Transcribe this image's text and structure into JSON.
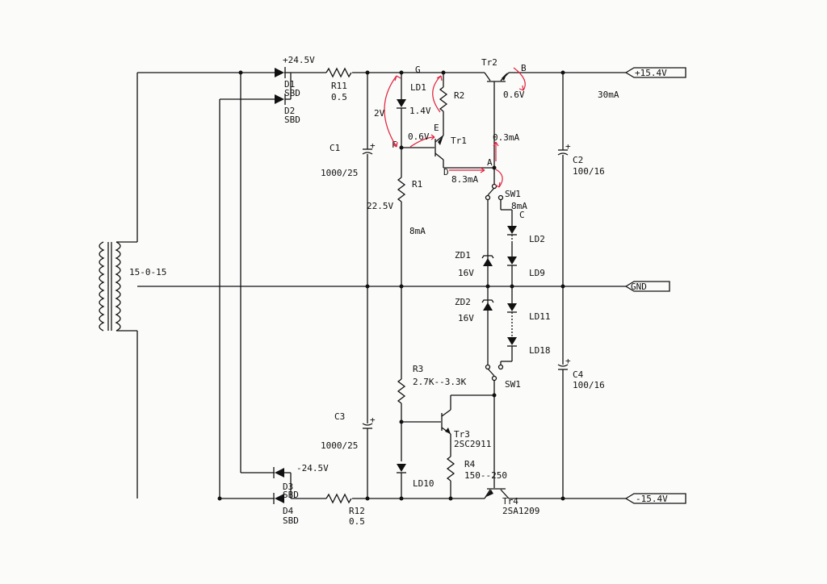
{
  "transformer": {
    "label": "15-0-15"
  },
  "rails": {
    "pos_in": "+24.5V",
    "neg_in": "-24.5V",
    "pos_out": "+15.4V",
    "neg_out": "-15.4V",
    "gnd": "GND",
    "current": "30mA"
  },
  "diodes": {
    "d1": "D1",
    "d1_type": "SBD",
    "d2": "D2",
    "d2_type": "SBD",
    "d3": "D3",
    "d3_type": "SBD",
    "d4": "D4",
    "d4_type": "SBD"
  },
  "resistors": {
    "r11": "R11",
    "r11_val": "0.5",
    "r12": "R12",
    "r12_val": "0.5",
    "r1": "R1",
    "r2": "R2",
    "r3": "R3",
    "r3_val": "2.7K--3.3K",
    "r4": "R4",
    "r4_val": "150--250"
  },
  "capacitors": {
    "c1": "C1",
    "c1_val": "1000/25",
    "c2": "C2",
    "c2_val": "100/16",
    "c3": "C3",
    "c3_val": "1000/25",
    "c4": "C4",
    "c4_val": "100/16"
  },
  "transistors": {
    "tr1": "Tr1",
    "tr2": "Tr2",
    "tr3": "Tr3",
    "tr3_part": "2SC2911",
    "tr4": "Tr4",
    "tr4_part": "2SA1209"
  },
  "leds": {
    "ld1": "LD1",
    "ld2": "LD2",
    "ld9": "LD9",
    "ld10": "LD10",
    "ld11": "LD11",
    "ld18": "LD18"
  },
  "zeners": {
    "zd1": "ZD1",
    "zd1_val": "16V",
    "zd2": "ZD2",
    "zd2_val": "16V"
  },
  "switches": {
    "sw1_top": "SW1",
    "sw1_bot": "SW1"
  },
  "nodes": {
    "g": "G",
    "b": "B",
    "e": "E",
    "f": "F",
    "d": "D",
    "a": "A",
    "c": "C"
  },
  "annotations": {
    "v_2": "2V",
    "v_1_4": "1.4V",
    "v_0_6_tr1": "0.6V",
    "v_0_6_tr2": "0.6V",
    "i_0_3": "0.3mA",
    "i_8_3": "8.3mA",
    "i_8_led": "8mA",
    "v_22_5": "22.5V",
    "i_8_r1": "8mA"
  }
}
